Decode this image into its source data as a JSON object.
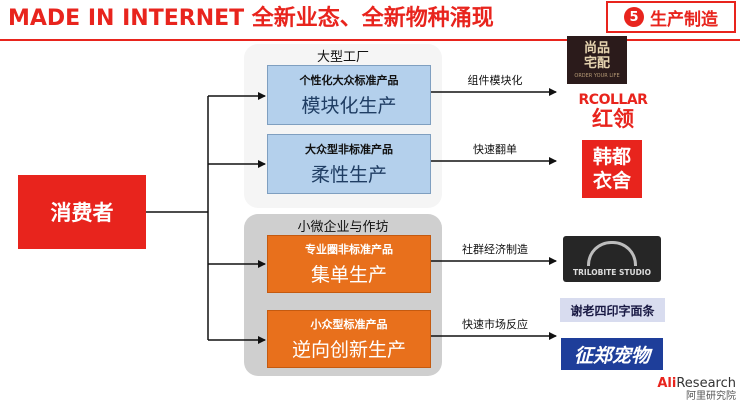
{
  "header": {
    "title": "MADE IN INTERNET 全新业态、全新物种涌现",
    "badge_number": "5",
    "badge_label": "生产制造"
  },
  "diagram": {
    "consumer": "消费者",
    "groups": [
      {
        "title": "大型工厂"
      },
      {
        "title": "小微企业与作坊"
      }
    ],
    "nodes": [
      {
        "small": "个性化大众标准产品",
        "big": "模块化生产",
        "edge": "组件模块化"
      },
      {
        "small": "大众型非标准产品",
        "big": "柔性生产",
        "edge": "快速翻单"
      },
      {
        "small": "专业圈非标准产品",
        "big": "集单生产",
        "edge": "社群经济制造"
      },
      {
        "small": "小众型标准产品",
        "big": "逆向创新生产",
        "edge": "快速市场反应"
      }
    ]
  },
  "logos": {
    "logo1_chars": "尚品宅配",
    "logo1_tag": "ORDER YOUR LIFE",
    "logo2_en": "RCOLLAR",
    "logo2_cn": "红领",
    "logo3_chars": "韩都衣舍",
    "logo4_en": "TRILOBITE STUDIO",
    "logo5_text": "谢老四印字面条",
    "logo6_text": "征郑宠物"
  },
  "footer": {
    "brand_prefix": "Ali",
    "brand_suffix": "Research",
    "brand_cn": "阿里研究院"
  },
  "colors": {
    "accent": "#e8241d",
    "blue_node": "#b4d0ec",
    "orange_node": "#e8701c"
  }
}
